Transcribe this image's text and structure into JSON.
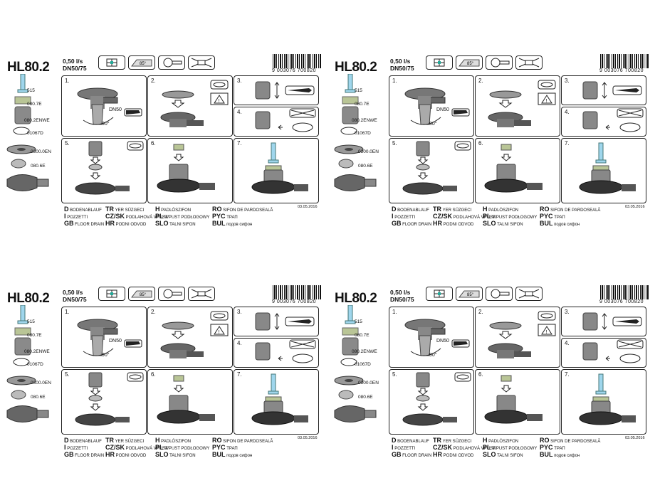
{
  "sheets": [
    {
      "model": "HL80.2",
      "flow": "0,50 l/s",
      "dn": "DN50/75"
    },
    {
      "model": "HL80.2",
      "flow": "0,50 l/s",
      "dn": "DN50/75"
    },
    {
      "model": "HL80.2",
      "flow": "0,50 l/s",
      "dn": "DN50/75"
    },
    {
      "model": "HL80.2",
      "flow": "0,50 l/s",
      "dn": "DN50/75"
    }
  ],
  "common": {
    "angle_label": "85°",
    "barcode": "9 003076 700820",
    "parts": [
      "515",
      "080.7E",
      "080.2ENWE",
      "01067D",
      "0300.0EN",
      "080.6E"
    ],
    "steps": [
      "1.",
      "2.",
      "3.",
      "4.",
      "5.",
      "6.",
      "7."
    ],
    "dn50": "DN50",
    "deg90": "90°",
    "date": "03.05.2016",
    "languages": [
      {
        "code": "D",
        "text": "BODENABLAUF"
      },
      {
        "code": "I",
        "text": "POZZETTI"
      },
      {
        "code": "GB",
        "text": "FLOOR DRAIN"
      },
      {
        "code": "TR",
        "text": "YER SÜZGECI"
      },
      {
        "code": "CZ/SK",
        "text": "PODLAHOVÁ VPUST"
      },
      {
        "code": "HR",
        "text": "PODNI ODVOD"
      },
      {
        "code": "H",
        "text": "PADLÓSZIFON"
      },
      {
        "code": "PL",
        "text": "WPUST PODŁOGOWY"
      },
      {
        "code": "SLO",
        "text": "TALNI SIFON"
      },
      {
        "code": "RO",
        "text": "SIFON DE PARDOSEALĂ"
      },
      {
        "code": "PYC",
        "text": "ТРАП"
      },
      {
        "code": "BUL",
        "text": "подов сифон"
      }
    ]
  }
}
